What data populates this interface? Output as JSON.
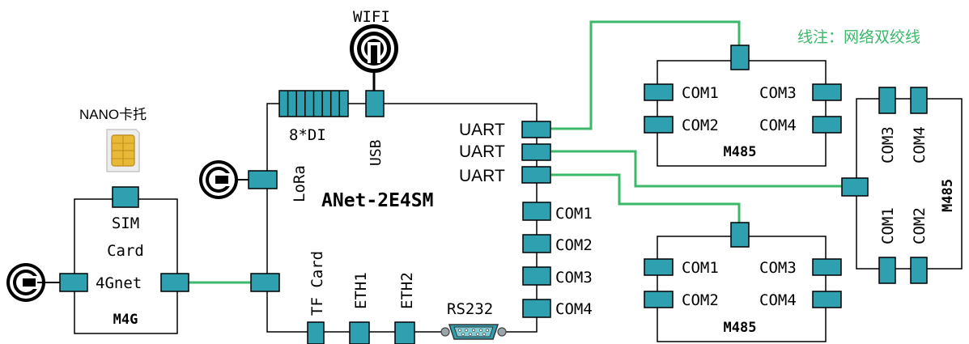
{
  "note": "线注：网络双绞线",
  "wifi": "WIFI",
  "nano": "NANO卡托",
  "main": {
    "title": "ANet-2E4SM",
    "di": "8*DI",
    "usb": "USB",
    "lora": "LoRa",
    "uart1": "UART",
    "uart2": "UART",
    "uart3": "UART",
    "com1": "COM1",
    "com2": "COM2",
    "com3": "COM3",
    "com4": "COM4",
    "tf": "TF Card",
    "eth1": "ETH1",
    "eth2": "ETH2",
    "rs232": "RS232"
  },
  "m4g": {
    "title": "M4G",
    "sim1": "SIM",
    "sim2": "Card",
    "net": "4Gnet"
  },
  "m485a": {
    "title": "M485",
    "com1": "COM1",
    "com2": "COM2",
    "com3": "COM3",
    "com4": "COM4"
  },
  "m485b": {
    "title": "M485",
    "com1": "COM1",
    "com2": "COM2",
    "com3": "COM3",
    "com4": "COM4"
  },
  "m485c": {
    "title": "M485",
    "com1": "COM1",
    "com2": "COM2",
    "com3": "COM3",
    "com4": "COM4"
  },
  "colors": {
    "port": "#2fa0b0",
    "wire": "#3cb86a",
    "note": "#3cb86a",
    "outline": "#000000"
  }
}
